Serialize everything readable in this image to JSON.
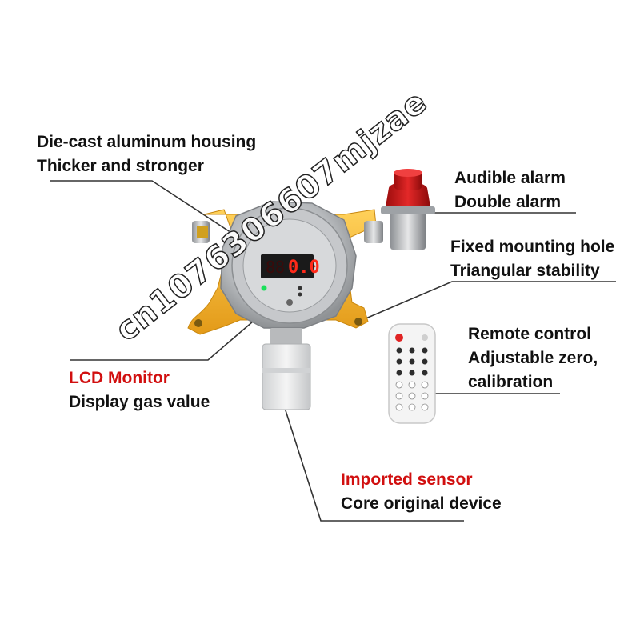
{
  "callouts": {
    "housing": {
      "line1": "Die-cast aluminum housing",
      "line2": "Thicker and stronger"
    },
    "alarm": {
      "line1": "Audible alarm",
      "line2": "Double alarm"
    },
    "mounting": {
      "line1": "Fixed mounting hole",
      "line2": "Triangular stability"
    },
    "remote": {
      "line1": "Remote control",
      "line2": "Adjustable zero,",
      "line3": "calibration"
    },
    "lcd": {
      "line1": "LCD Monitor",
      "line2": "Display gas value"
    },
    "sensor": {
      "line1": "Imported sensor",
      "line2": "Core original device"
    }
  },
  "display": {
    "value": "0.0",
    "dim_digits": "88"
  },
  "watermark": "cn1076306607mjzae",
  "colors": {
    "accent_red": "#d10f0f",
    "bracket_yellow": "#f2b531",
    "housing_gray": "#b9bcbf",
    "beacon_red": "#d11a1a"
  },
  "icons": [
    "power-icon",
    "remote-keypad"
  ]
}
